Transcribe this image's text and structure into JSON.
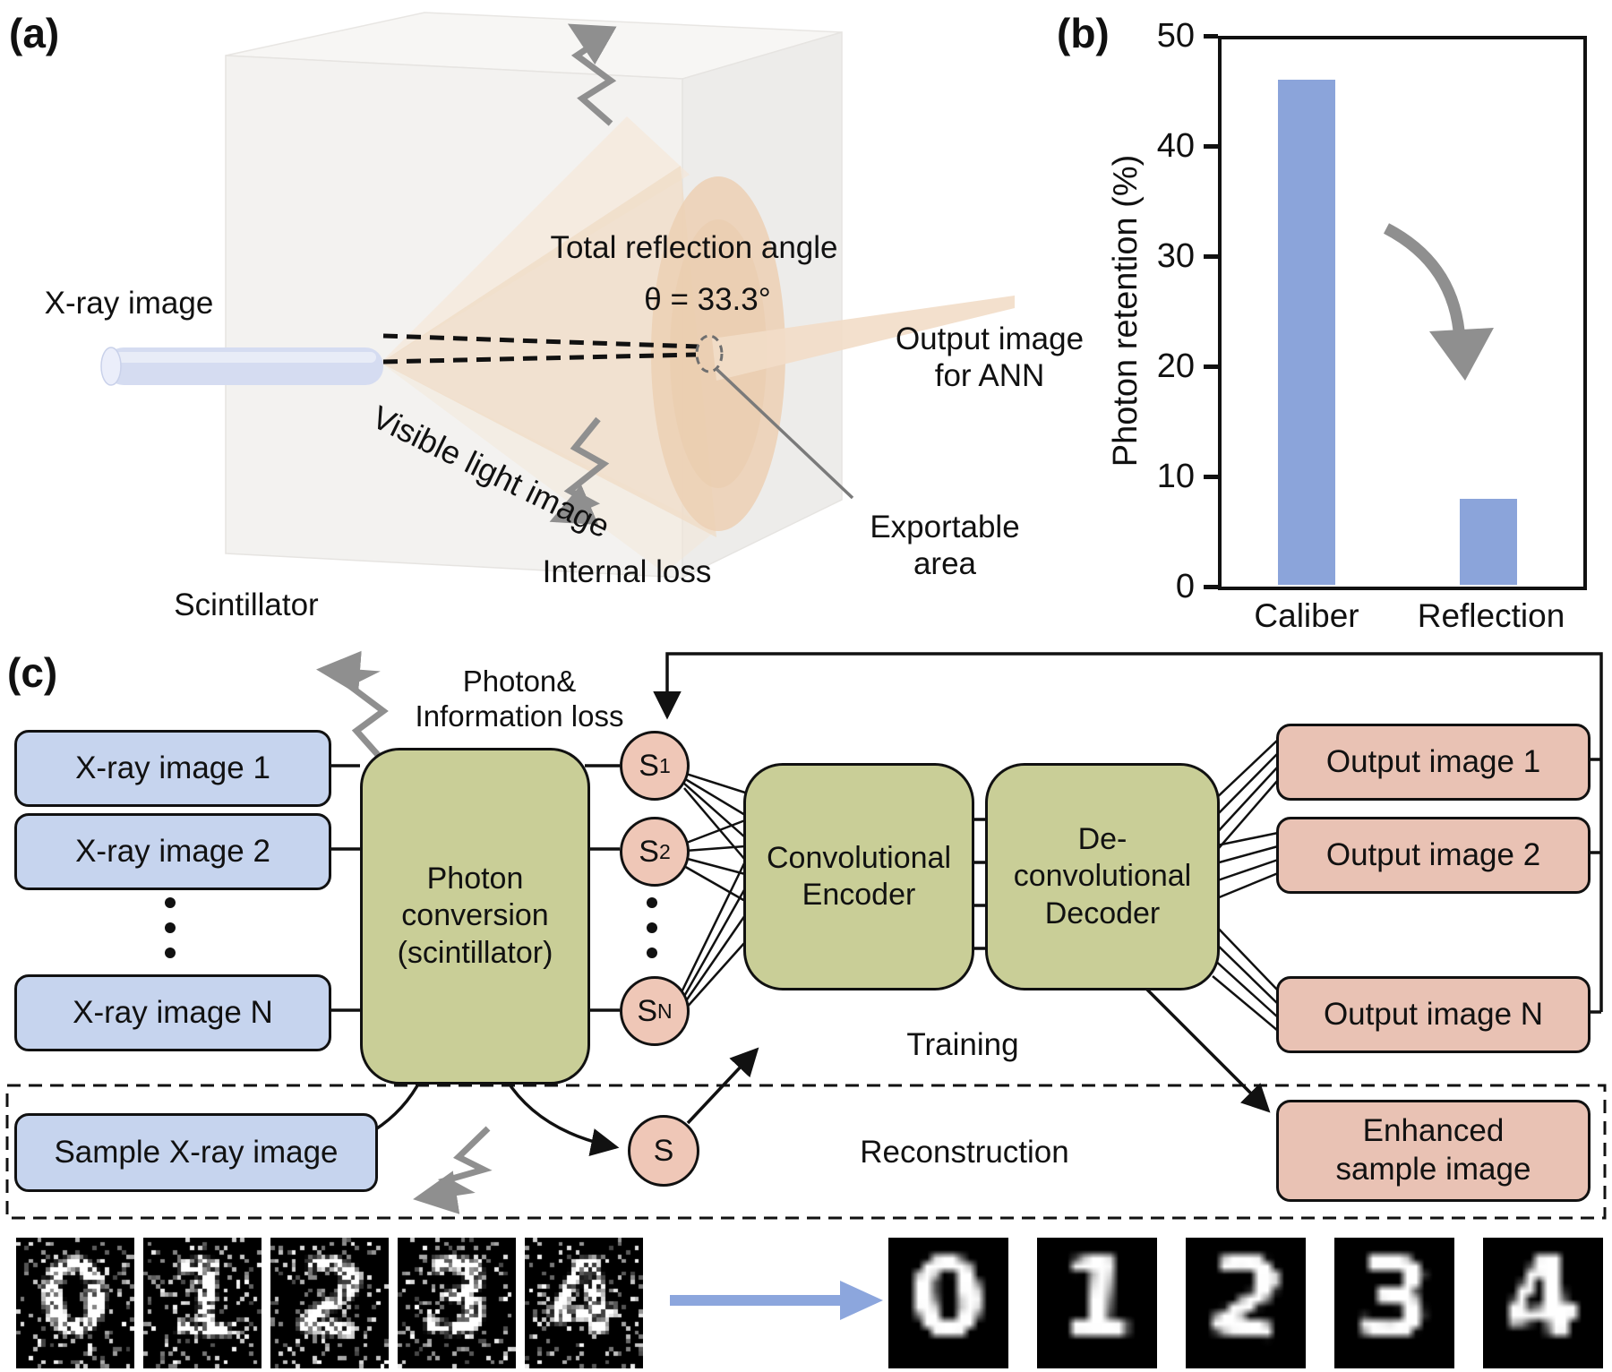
{
  "figure": {
    "panel_a": {
      "label": "(a)",
      "xray_image_label": "X-ray image",
      "reflection_title": "Total reflection angle",
      "reflection_angle": "θ = 33.3°",
      "visible_light_label": "Visible light image",
      "internal_loss_label": "Internal loss",
      "scintillator_label": "Scintillator",
      "exportable_lines": [
        "Exportable",
        "area"
      ],
      "output_lines": [
        "Output image",
        "for ANN"
      ]
    },
    "panel_b": {
      "label": "(b)"
    },
    "panel_c": {
      "label": "(c)",
      "loss_lines": [
        "Photon&",
        "Information loss"
      ],
      "xray_boxes": [
        "X-ray image 1",
        "X-ray image 2",
        "X-ray image N"
      ],
      "sample_box": "Sample X-ray image",
      "conversion_lines": [
        "Photon",
        "conversion",
        "(scintillator)"
      ],
      "s_nodes": [
        {
          "base": "S",
          "sub": "1"
        },
        {
          "base": "S",
          "sub": "2"
        },
        {
          "base": "S",
          "sub": "N"
        }
      ],
      "s_sample": {
        "base": "S",
        "sub": ""
      },
      "encoder_lines": [
        "Convolutional",
        "Encoder"
      ],
      "decoder_lines": [
        "De-",
        "convolutional",
        "Decoder"
      ],
      "output_boxes": [
        "Output image 1",
        "Output image 2",
        "Output image N"
      ],
      "enhanced_lines": [
        "Enhanced",
        "sample image"
      ],
      "training_label": "Training",
      "reconstruction_label": "Reconstruction",
      "digits": [
        "0",
        "1",
        "2",
        "3",
        "4"
      ]
    }
  },
  "chart_data": {
    "type": "bar",
    "title": "",
    "categories": [
      "Caliber",
      "Reflection"
    ],
    "values": [
      46,
      8
    ],
    "xlabel": "",
    "ylabel": "Photon retention (%)",
    "ylim": [
      0,
      50
    ],
    "yticks": [
      50,
      40,
      30,
      20,
      10,
      0
    ],
    "grid": false,
    "legend": "none",
    "bar_color": "#8ba4da",
    "annotation": "gray curved arrow indicating drop from Caliber to Reflection"
  },
  "colors": {
    "input_box_fill": "#c6d4ee",
    "process_box_fill": "#c9ce97",
    "output_box_fill": "#e9c2b4",
    "node_fill": "#efc7b7",
    "bar_fill": "#8ba4da",
    "arrow_gray": "#8f8f8f",
    "blue_arrow": "#8ca6dd",
    "ink": "#111111"
  }
}
